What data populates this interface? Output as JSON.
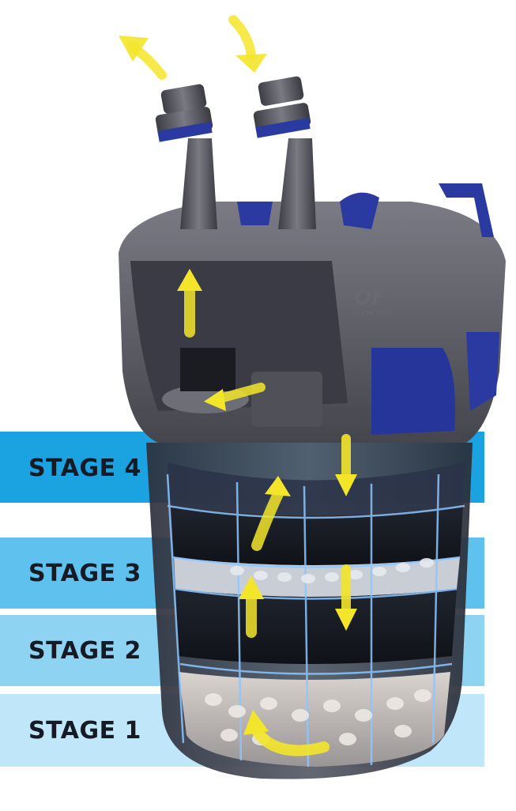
{
  "stages": [
    {
      "label": "STAGE 4",
      "color": "#1aa3e0"
    },
    {
      "label": "STAGE 3",
      "color": "#5ec1ee"
    },
    {
      "label": "STAGE 2",
      "color": "#8fd3f3"
    },
    {
      "label": "STAGE 1",
      "color": "#bfe6f9"
    }
  ],
  "logo": {
    "mark": "OF",
    "brand": "OCEAN FREE"
  },
  "colors": {
    "flow_arrow": "#f3e62a",
    "housing": "#5d5d66",
    "accent": "#2b3aa0"
  }
}
